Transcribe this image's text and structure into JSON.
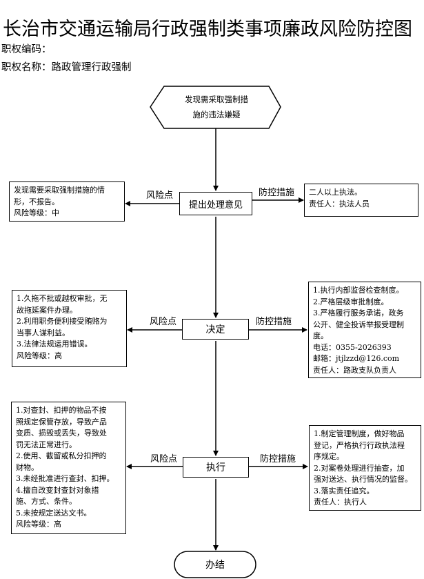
{
  "header": {
    "title": "长治市交通运输局行政强制类事项廉政风险防控图",
    "code_label": "职权编码：",
    "name_label": "职权名称：路政管理行政强制"
  },
  "start": {
    "line1": "发现需采取强制措",
    "line2": "施的违法嫌疑"
  },
  "steps": [
    {
      "label": "提出处理意见",
      "risk_label": "风险点",
      "control_label": "防控措施",
      "risk_lines": [
        "发现需要采取强制措施的情",
        "形，不报告。",
        "风险等级：中"
      ],
      "control_lines": [
        "二人以上执法。",
        "责任人：执法人员"
      ]
    },
    {
      "label": "决定",
      "risk_label": "风险点",
      "control_label": "防控措施",
      "risk_lines": [
        "1.久拖不批或越权审批，无",
        "故拖延案件办理。",
        "2.利用职务便利接受贿赂为",
        "当事人谋利益。",
        "3.法律法规运用错误。",
        "风险等级：高"
      ],
      "control_lines": [
        "1.执行内部监督检查制度。",
        "2.严格层级审批制度。",
        "3.严格履行服务承诺，政务",
        "公开、健全投诉举报受理制",
        "度。",
        "电话：0355-2026393",
        "邮箱：jtjlzzd@126.com",
        "责任人：路政支队负责人"
      ]
    },
    {
      "label": "执行",
      "risk_label": "风险点",
      "control_label": "防控措施",
      "risk_lines": [
        "1.对查封、扣押的物品不按",
        "照规定保管存放，导致产品",
        "变质、损毁或丢失，导致处",
        "罚无法正常进行。",
        "2.使用、截留或私分扣押的",
        "财物。",
        "3.未经批准进行查封、扣押。",
        "4.擅自改变封查封对象措",
        "施、方式、条件。",
        "5.未按规定送达文书。",
        "风险等级：高"
      ],
      "control_lines": [
        "1.制定管理制度，做好物品",
        "登记，严格执行行政执法程",
        "序规定。",
        "2.对案卷处理进行抽查，加",
        "强对送达、执行情况的监督。",
        "3.落实责任追究。",
        "责任人：执行人"
      ]
    }
  ],
  "end": {
    "label": "办结"
  }
}
